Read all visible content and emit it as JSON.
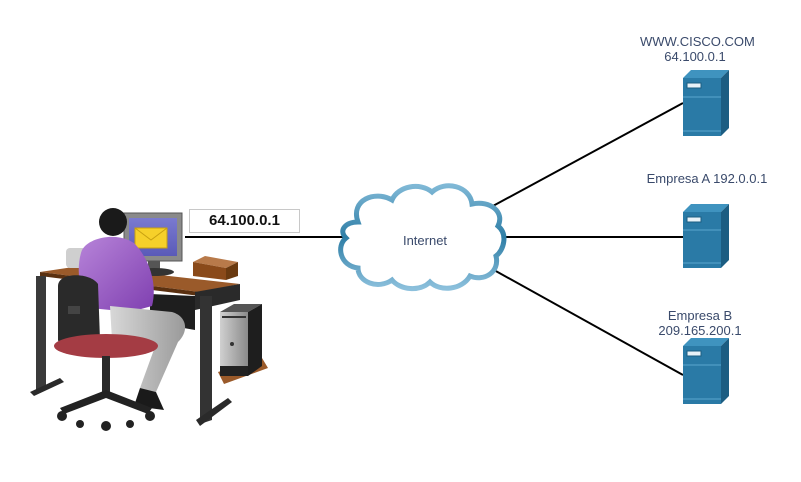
{
  "diagram": {
    "pc": {
      "ip_label": "64.100.0.1",
      "screen_icon": "envelope-icon"
    },
    "cloud": {
      "label": "Internet",
      "stroke_color": "#2e7ea6"
    },
    "servers": [
      {
        "name_line": "WWW.CISCO.COM",
        "ip_line": "64.100.0.1"
      },
      {
        "name_line": "Empresa A 192.0.0.1",
        "ip_line": ""
      },
      {
        "name_line": "Empresa B",
        "ip_line": "209.165.200.1"
      }
    ],
    "colors": {
      "server": "#2a7aa6",
      "server_dark": "#1c5d82",
      "label_text": "#3a4a6b",
      "link": "#000000"
    }
  }
}
